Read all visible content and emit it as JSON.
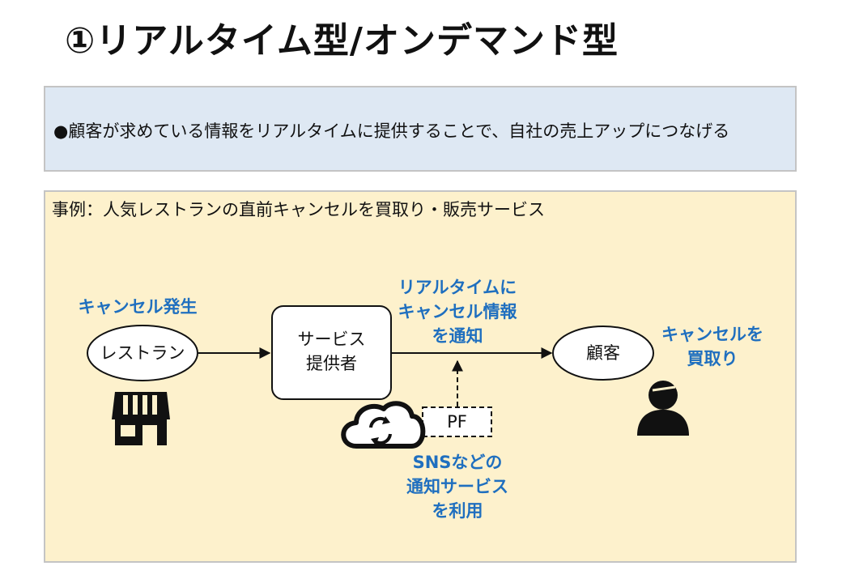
{
  "title": "①リアルタイム型/オンデマンド型",
  "summary": {
    "bullet": "●",
    "text": "顧客が求めている情報をリアルタイムに提供することで、自社の売上アップにつなげる"
  },
  "example": {
    "heading": "事例：人気レストランの直前キャンセルを買取り・販売サービス"
  },
  "diagram": {
    "cancel_occurs": "キャンセル発生",
    "restaurant": "レストラン",
    "service_line1": "サービス",
    "service_line2": "提供者",
    "notify_line1": "リアルタイムに",
    "notify_line2": "キャンセル情報",
    "notify_line3": "を通知",
    "customer": "顧客",
    "buy_line1": "キャンセルを",
    "buy_line2": "買取り",
    "pf": "PF",
    "sns_line1": "SNSなどの",
    "sns_line2": "通知サービス",
    "sns_line3": "を利用"
  },
  "colors": {
    "accent_blue": "#1f6fbf",
    "summary_bg": "#dee8f3",
    "example_bg": "#fdf1cc"
  },
  "icons": [
    "store-icon",
    "cloud-sync-icon",
    "person-icon"
  ]
}
